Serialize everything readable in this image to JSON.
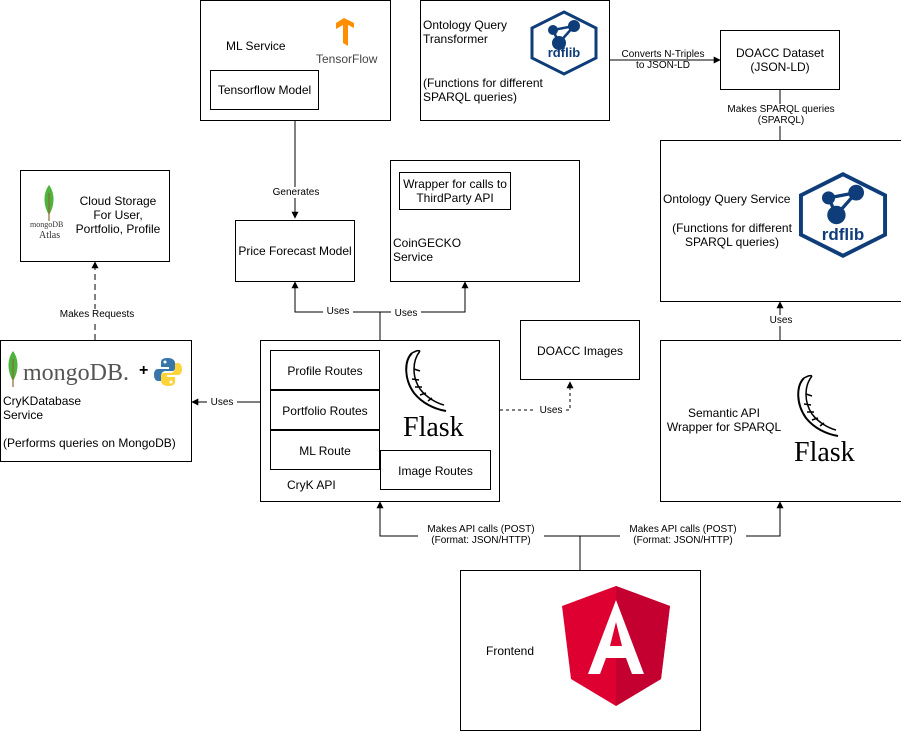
{
  "nodes": {
    "ml_service": {
      "title": "ML Service",
      "logo_text": "TensorFlow"
    },
    "tensorflow_model": {
      "label": "Tensorflow Model"
    },
    "ontology_transformer": {
      "title": "Ontology Query\nTransformer",
      "desc": "(Functions for different\nSPARQL queries)",
      "logo_text": "rdflib"
    },
    "doacc_dataset": {
      "label": "DOACC Dataset\n(JSON-LD)"
    },
    "cloud_storage": {
      "label": "Cloud Storage\nFor User,\nPortfolio, Profile",
      "logo_text_top": "mongoDB",
      "logo_text_bottom": "Atlas"
    },
    "price_forecast": {
      "label": "Price Forecast Model"
    },
    "coingecko": {
      "wrapper": "Wrapper for calls to\nThirdParty API",
      "title": "CoinGECKO\nService"
    },
    "ontology_service": {
      "title": "Ontology Query Service",
      "desc": "(Functions for different\nSPARQL queries)",
      "logo_text": "rdflib"
    },
    "cryk_db": {
      "logo_text": "mongoDB.",
      "title": "CryKDatabase\nService",
      "desc": "(Performs queries on MongoDB)",
      "plus": "+"
    },
    "cryk_api": {
      "title": "CryK API",
      "routes": [
        "Profile Routes",
        "Portfolio Routes",
        "ML Route",
        "Image Routes"
      ],
      "logo_text": "Flask"
    },
    "doacc_images": {
      "label": "DOACC Images"
    },
    "semantic_api": {
      "label": "Semantic API\nWrapper for SPARQL",
      "logo_text": "Flask"
    },
    "frontend": {
      "label": "Frontend",
      "logo_text": "A"
    }
  },
  "edges": {
    "converts": "Converts N-Triples\nto JSON-LD",
    "makes_sparql": "Makes SPARQL queries\n(SPARQL)",
    "generates": "Generates",
    "uses_forecast": "Uses",
    "uses_coingecko": "Uses",
    "makes_requests": "Makes Requests",
    "uses_db": "Uses",
    "uses_images": "Uses",
    "uses_ontology": "Uses",
    "api_calls_left": "Makes API calls (POST)\n(Format: JSON/HTTP)",
    "api_calls_right": "Makes API calls (POST)\n(Format: JSON/HTTP)"
  },
  "colors": {
    "tensorflow": "#FF8F00",
    "rdflib": "#0F3D7A",
    "mongodb_green": "#4DB33D",
    "python_blue": "#3776AB",
    "python_yellow": "#FFD43B",
    "angular_red": "#DD0031",
    "angular_dark": "#C3002F"
  }
}
